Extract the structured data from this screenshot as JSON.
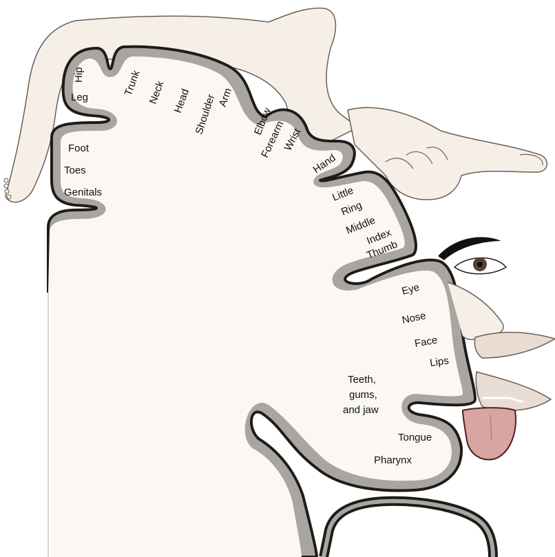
{
  "title": "",
  "colors": {
    "cortex_fill": "#fbf8f3",
    "gray_matter": "#a9a6a2",
    "outline": "#1e1b19",
    "skin": "#f6efe7",
    "skin_outline": "#6b5e55",
    "lips": "#e9ddd3",
    "tongue": "#d9a5a0",
    "brow": "#111111",
    "iris": "#5c4033"
  },
  "body_parts": {
    "hip": "Hip",
    "leg": "Leg",
    "trunk": "Trunk",
    "neck": "Neck",
    "head": "Head",
    "shoulder": "Shoulder",
    "arm": "Arm",
    "elbow": "Elbow",
    "forearm": "Forearm",
    "wrist": "Wrist",
    "hand": "Hand",
    "foot": "Foot",
    "toes": "Toes",
    "genitals": "Genitals",
    "little": "Little",
    "ring": "Ring",
    "middle": "Middle",
    "index": "Index",
    "thumb": "Thumb",
    "eye": "Eye",
    "nose": "Nose",
    "face": "Face",
    "lips": "Lips",
    "teeth_1": "Teeth,",
    "teeth_2": "gums,",
    "teeth_3": "and jaw",
    "tongue": "Tongue",
    "pharynx": "Pharynx"
  },
  "icons": [
    "leg-figure-icon",
    "hand-figure-icon",
    "face-figure-icon",
    "tongue-icon"
  ]
}
